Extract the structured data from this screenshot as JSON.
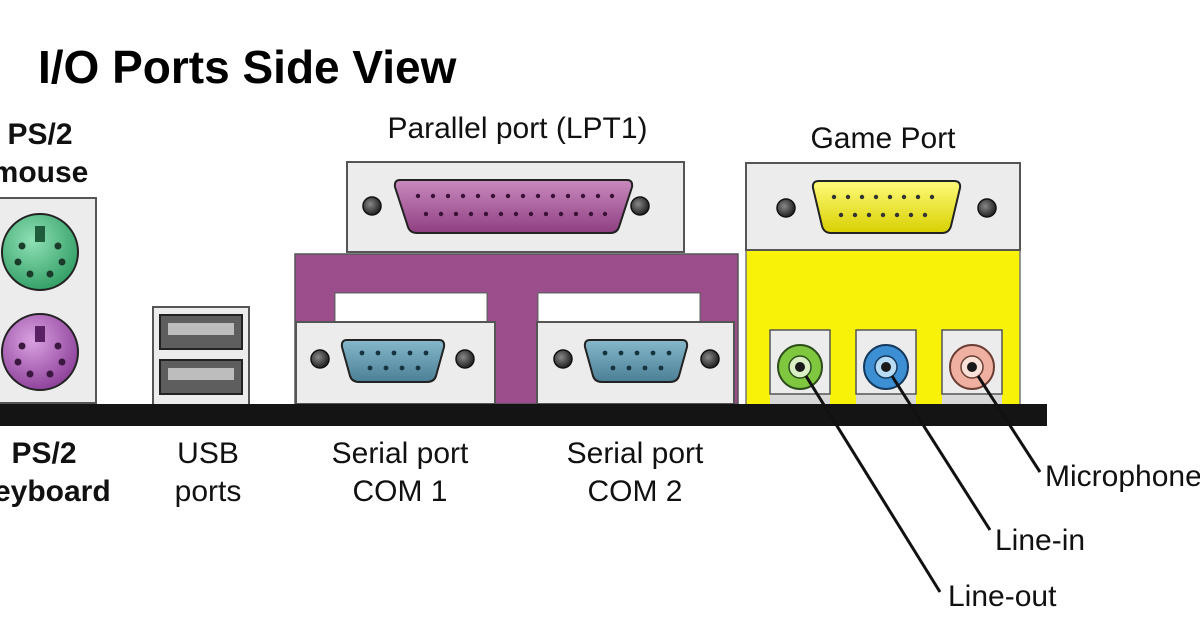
{
  "title": "I/O Ports Side View",
  "labels": {
    "ps2_mouse_line1": "PS/2",
    "ps2_mouse_line2": "mouse",
    "ps2_keyboard_line1": "PS/2",
    "ps2_keyboard_line2": "keyboard",
    "usb_line1": "USB",
    "usb_line2": "ports",
    "parallel": "Parallel port (LPT1)",
    "game": "Game Port",
    "serial1_line1": "Serial port",
    "serial1_line2": "COM 1",
    "serial2_line1": "Serial port",
    "serial2_line2": "COM 2",
    "microphone": "Microphone",
    "line_in": "Line-in",
    "line_out": "Line-out"
  },
  "colors": {
    "ps2_mouse": "#3cb878",
    "ps2_keyboard": "#a857b6",
    "parallel": "#a85d9d",
    "serial_bracket": "#9b4d8c",
    "serial_connector": "#5f96ab",
    "game_port": "#f4ee12",
    "audio_panel": "#f7f207",
    "line_out": "#80c740",
    "line_in": "#3d8fd4",
    "microphone": "#efb0a1",
    "base_bar": "#141414",
    "panel_gray": "#ececec"
  }
}
